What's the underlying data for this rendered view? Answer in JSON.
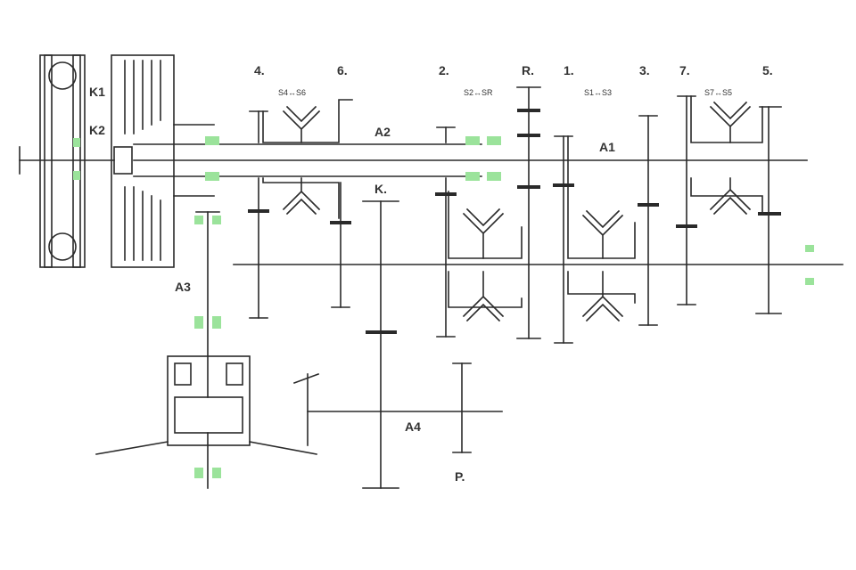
{
  "labels": {
    "k1": "K1",
    "k2": "K2",
    "a1": "A1",
    "a2": "A2",
    "a3": "A3",
    "a4": "A4",
    "k": "K.",
    "p": "P.",
    "g4": "4.",
    "g6": "6.",
    "g2": "2.",
    "gr": "R.",
    "g1": "1.",
    "g3": "3.",
    "g7": "7.",
    "g5": "5.",
    "s46": "S4↔S6",
    "s2r": "S2↔SR",
    "s13": "S1↔S3",
    "s75": "S7↔S5"
  },
  "colors": {
    "line": "#2a2a2a",
    "sensor": "#9be39b",
    "background": "#ffffff"
  }
}
